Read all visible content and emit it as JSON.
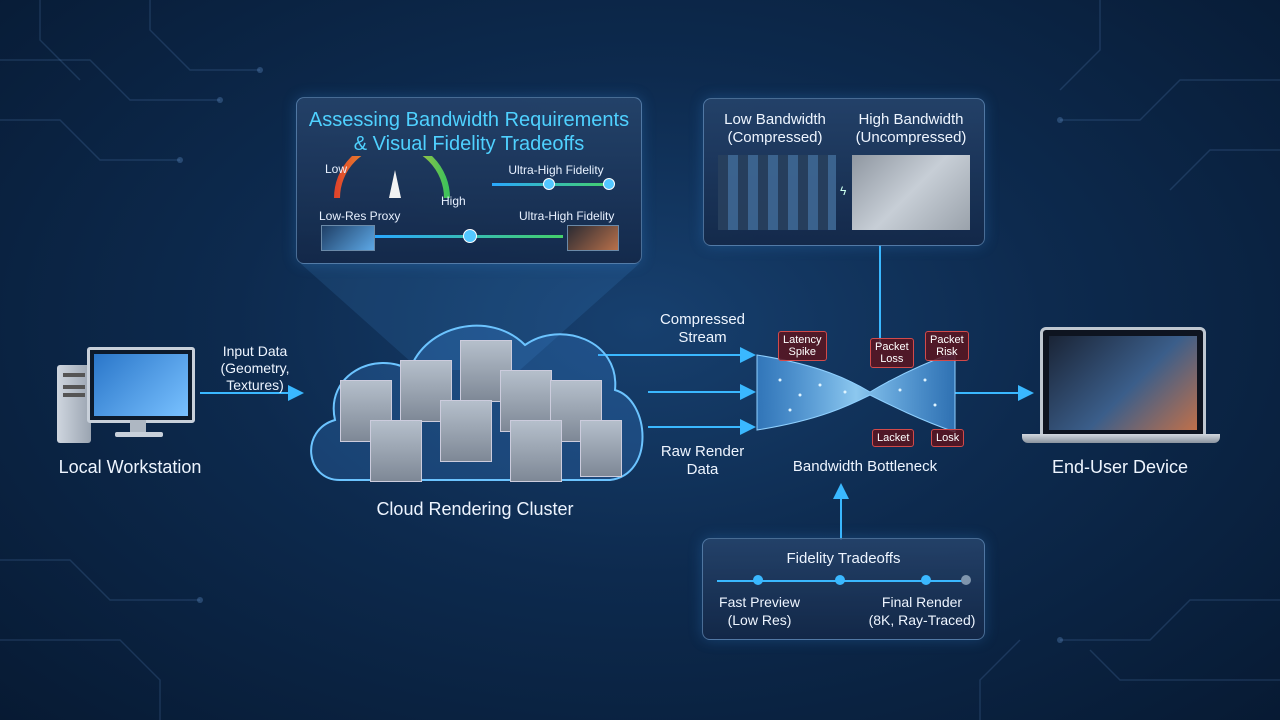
{
  "nodes": {
    "workstation": "Local Workstation",
    "cluster": "Cloud Rendering Cluster",
    "bottleneck": "Bandwidth Bottleneck",
    "device": "End-User Device"
  },
  "flows": {
    "input_line1": "Input Data",
    "input_line2": "(Geometry, Textures)",
    "compressed_line1": "Compressed",
    "compressed_line2": "Stream",
    "raw_line1": "Raw Render",
    "raw_line2": "Data"
  },
  "assess_panel": {
    "title_line1": "Assessing Bandwidth Requirements",
    "title_line2": "& Visual Fidelity Tradeoffs",
    "gauge_low": "Low",
    "gauge_high": "High",
    "slider1_label": "Ultra-High Fidelity",
    "slider2_left": "Low-Res Proxy",
    "slider2_right": "Ultra-High Fidelity"
  },
  "compare_panel": {
    "low_line1": "Low Bandwidth",
    "low_line2": "(Compressed)",
    "high_line1": "High Bandwidth",
    "high_line2": "(Uncompressed)",
    "separator": "ϟ"
  },
  "tags": {
    "latency_line1": "Latency",
    "latency_line2": "Spike",
    "packet_loss_line1": "Packet",
    "packet_loss_line2": "Loss",
    "packet_risk_line1": "Packet",
    "packet_risk_line2": "Risk",
    "lacket": "Lacket",
    "losk": "Losk"
  },
  "tradeoff_panel": {
    "title": "Fidelity Tradeoffs",
    "left_line1": "Fast Preview",
    "left_line2": "(Low Res)",
    "right_line1": "Final Render",
    "right_line2": "(8K, Ray-Traced)"
  },
  "colors": {
    "accent": "#35b4ff",
    "panel_border": "#8cbef0",
    "tag_border": "#d24a4a",
    "title": "#4fd1ff"
  }
}
